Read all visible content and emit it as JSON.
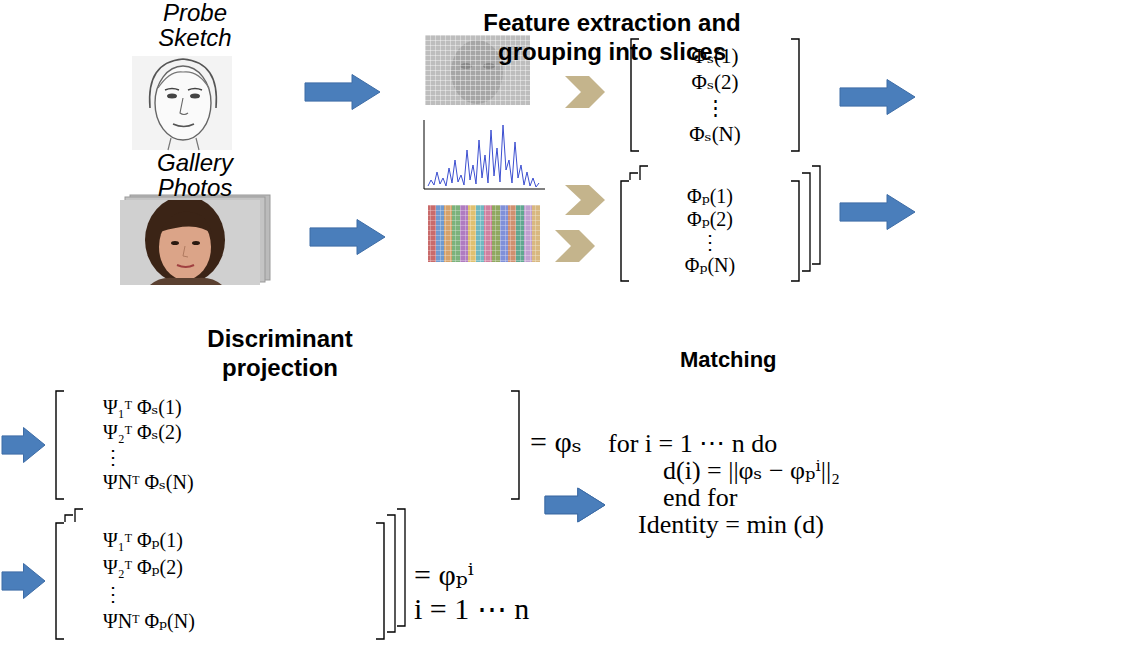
{
  "diagram": {
    "nodes": [
      {
        "text": [
          "Probe Sketch"
        ]
      },
      {
        "text": [
          "Gallery Photos"
        ]
      },
      {
        "text": [
          "Φₛ(1)",
          "Φₛ(2)",
          "⋮",
          "Φₛ(N)"
        ]
      },
      {
        "text": [
          "Φₚ(1)",
          "Φₚ(2)",
          "⋮",
          "Φₚ(N)"
        ]
      },
      {
        "text": [
          "Ψ₁ᵀ Φₛ(1)",
          "Ψ₂ᵀ Φₛ(2)",
          "⋮",
          "ΨNᵀ Φₛ(N)"
        ]
      },
      {
        "text": [
          "Ψ₁ᵀ Φₚ(1)",
          "Ψ₂ᵀ Φₚ(2)",
          "⋮",
          "ΨNᵀ Φₚ(N)"
        ]
      },
      {
        "text": [
          "Matching",
          "for i = 1 ⋯ n do",
          "d(i) = ||φₛ − φₚⁱ||₂",
          "end for",
          "Identity = min (d)"
        ]
      }
    ],
    "edges": [
      {
        "from": 0,
        "to": 2,
        "arrow": "to"
      },
      {
        "from": 1,
        "to": 3,
        "arrow": "to"
      },
      {
        "from": 2,
        "to": 4,
        "arrow": "to"
      },
      {
        "from": 3,
        "to": 5,
        "arrow": "to"
      },
      {
        "from": 4,
        "to": 6,
        "arrow": "to"
      },
      {
        "from": 5,
        "to": 6,
        "arrow": "to"
      }
    ],
    "labels": [
      "Feature extraction and grouping into slices",
      "Discriminant projection",
      "= φₛ",
      "= φₚⁱ",
      "i = 1 ⋯ n"
    ]
  }
}
